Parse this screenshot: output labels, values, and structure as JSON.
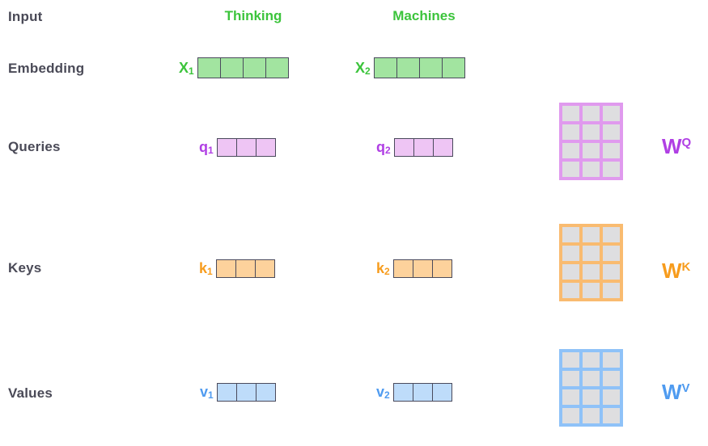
{
  "row_labels": {
    "input": "Input",
    "embedding": "Embedding",
    "queries": "Queries",
    "keys": "Keys",
    "values": "Values"
  },
  "tokens": [
    {
      "label": "Thinking"
    },
    {
      "label": "Machines"
    }
  ],
  "vectors": {
    "x1": {
      "base": "X",
      "sub": "1",
      "cells": 4
    },
    "x2": {
      "base": "X",
      "sub": "2",
      "cells": 4
    },
    "q1": {
      "base": "q",
      "sub": "1",
      "cells": 3
    },
    "q2": {
      "base": "q",
      "sub": "2",
      "cells": 3
    },
    "k1": {
      "base": "k",
      "sub": "1",
      "cells": 3
    },
    "k2": {
      "base": "k",
      "sub": "2",
      "cells": 3
    },
    "v1": {
      "base": "v",
      "sub": "1",
      "cells": 3
    },
    "v2": {
      "base": "v",
      "sub": "2",
      "cells": 3
    }
  },
  "matrices": {
    "wq": {
      "base": "W",
      "sup": "Q",
      "rows": 4,
      "cols": 3
    },
    "wk": {
      "base": "W",
      "sup": "K",
      "rows": 4,
      "cols": 3
    },
    "wv": {
      "base": "W",
      "sup": "V",
      "rows": 4,
      "cols": 3
    }
  },
  "colors": {
    "text-dark": "#4a4a57",
    "green": "#3cc43c",
    "green-fill": "#a2e4a0",
    "purple": "#b03fe4",
    "purple-fill": "#eec5f4",
    "purple-grid": "#e09aee",
    "orange": "#f79c1d",
    "orange-fill": "#fdd29c",
    "orange-grid": "#f9bb70",
    "blue": "#4f9bf0",
    "blue-fill": "#bedcfa",
    "blue-grid": "#8fc2f8",
    "cell-border": "#4a4a5c",
    "matrix-cell": "#dedee0"
  }
}
